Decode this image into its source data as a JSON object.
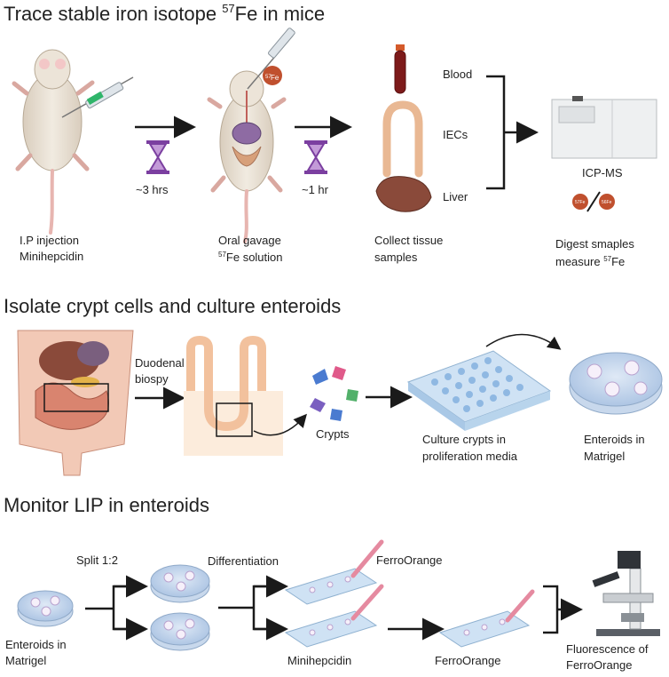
{
  "section1": {
    "title_main": "Trace stable iron isotope ",
    "title_sup": "57",
    "title_end": "Fe in mice",
    "ip_line1": "I.P injection",
    "ip_line2": "Minihepcidin",
    "time1": "~3 hrs",
    "gavage_line1": "Oral gavage",
    "gavage_sup": "57",
    "gavage_line2": "Fe solution",
    "fe_badge_sup": "57",
    "fe_badge": "Fe",
    "time2": "~1 hr",
    "tissue_blood": "Blood",
    "tissue_iecs": "IECs",
    "tissue_liver": "Liver",
    "collect_line1": "Collect tissue",
    "collect_line2": "samples",
    "instrument": "ICP-MS",
    "ratio_left": "57Fe",
    "ratio_right": "56Fe",
    "digest_line1": "Digest smaples",
    "digest_line2_main": "measure ",
    "digest_line2_sup": "57",
    "digest_line2_end": "Fe"
  },
  "section2": {
    "title": "Isolate crypt cells and culture enteroids",
    "biopsy_line1": "Duodenal",
    "biopsy_line2": "biospy",
    "crypts": "Crypts",
    "culture_line1": "Culture crypts in",
    "culture_line2": "proliferation media",
    "enteroids_line1": "Enteroids in",
    "enteroids_line2": "Matrigel"
  },
  "section3": {
    "title": "Monitor LIP in enteroids",
    "split": "Split 1:2",
    "differentiation": "Differentiation",
    "ferroorange_top": "FerroOrange",
    "minihepcidin": "Minihepcidin",
    "ferroorange_bottom": "FerroOrange",
    "enteroids_line1": "Enteroids in",
    "enteroids_line2": "Matrigel",
    "fluor_line1": "Fluorescence of",
    "fluor_line2": "FerroOrange"
  },
  "colors": {
    "hourglass": "#7b3fa0",
    "iron_badge": "#c0502e",
    "tissue_wall": "#e9b893",
    "arrow": "#1a1a1a"
  }
}
